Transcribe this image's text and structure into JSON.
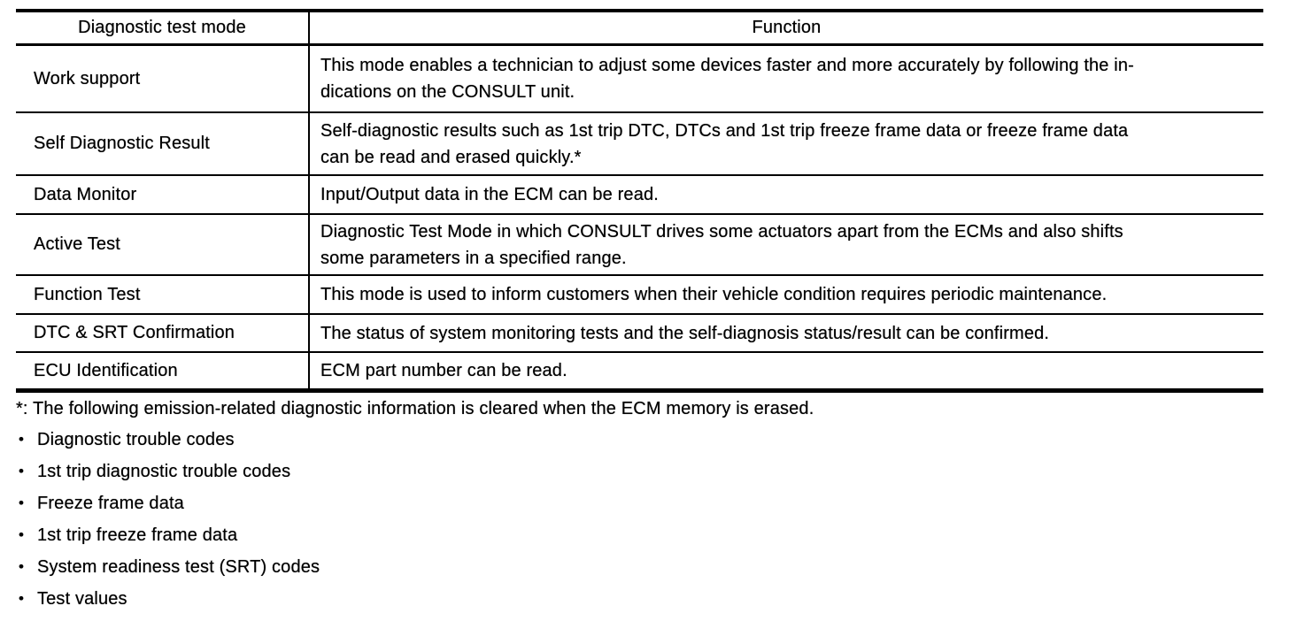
{
  "table": {
    "headers": {
      "mode": "Diagnostic test mode",
      "function": "Function"
    },
    "rows": [
      {
        "mode": "Work support",
        "function": "This mode enables a technician to adjust some devices faster and more accurately by following the in-\ndications on the CONSULT unit."
      },
      {
        "mode": "Self Diagnostic Result",
        "function": "Self-diagnostic results such as 1st trip DTC, DTCs and 1st trip freeze frame data or freeze frame data\ncan be read and erased quickly.*"
      },
      {
        "mode": "Data Monitor",
        "function": "Input/Output data in the ECM can be read."
      },
      {
        "mode": "Active Test",
        "function": "Diagnostic Test Mode in which CONSULT drives some actuators apart from the ECMs and also shifts\nsome parameters in a specified range."
      },
      {
        "mode": "Function Test",
        "function": "This mode is used to inform customers when their vehicle condition requires periodic maintenance."
      },
      {
        "mode": "DTC & SRT Confirmation",
        "function": "The status of system monitoring tests and the self-diagnosis status/result can be confirmed."
      },
      {
        "mode": "ECU Identification",
        "function": "ECM part number can be read."
      }
    ]
  },
  "footnote": "*: The following emission-related diagnostic information is cleared when the ECM memory is erased.",
  "bullet_char": "•",
  "bullets": [
    "Diagnostic trouble codes",
    "1st trip diagnostic trouble codes",
    "Freeze frame data",
    "1st trip freeze frame data",
    "System readiness test (SRT) codes",
    "Test values"
  ]
}
